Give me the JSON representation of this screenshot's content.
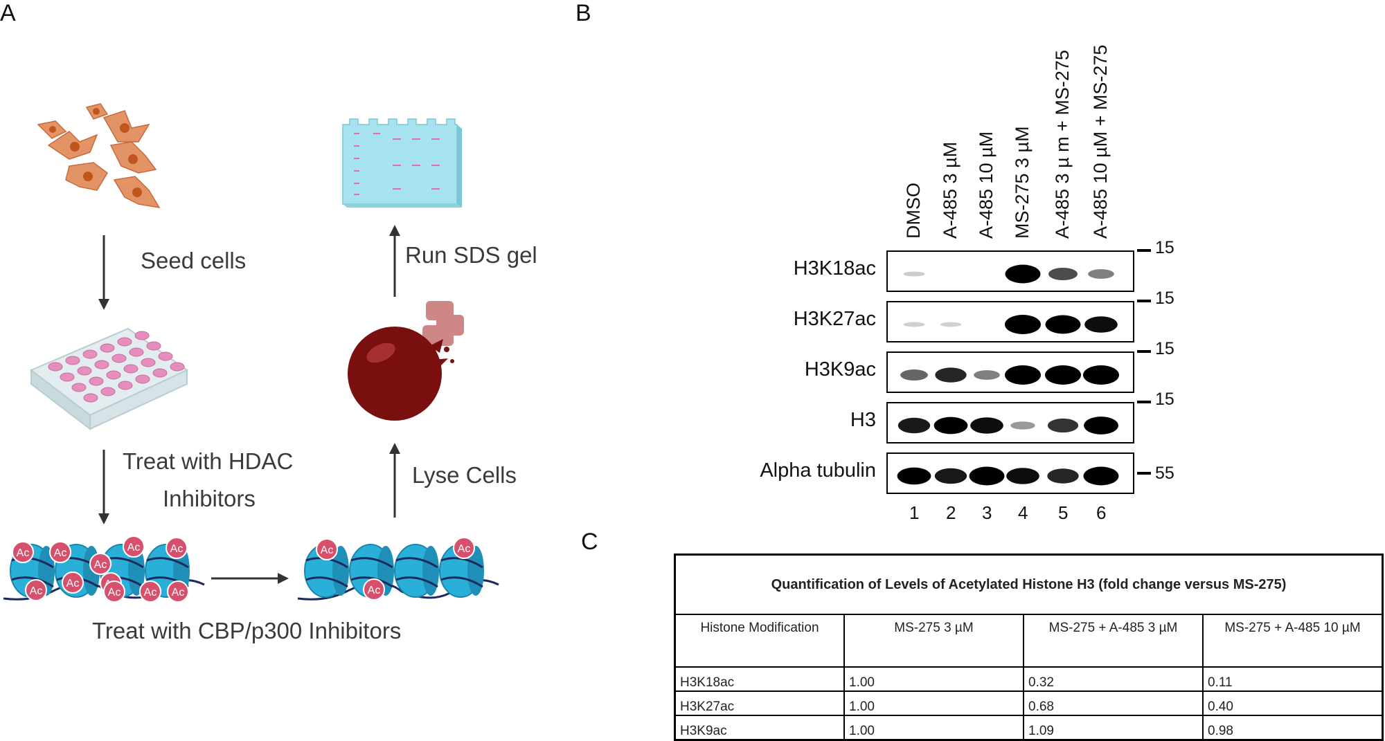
{
  "panel_a": {
    "letter": "A",
    "steps": {
      "seed": "Seed cells",
      "hdac_line1": "Treat with HDAC",
      "hdac_line2": "Inhibitors",
      "cbp": "Treat with CBP/p300 Inhibitors",
      "lyse": "Lyse Cells",
      "sds": "Run SDS gel"
    },
    "ac_label": "Ac",
    "colors": {
      "cell": "#e39466",
      "cell_nucleus": "#c2541e",
      "well": "#e58fbf",
      "gel": "#a7e3ee",
      "band": "#e86ab2",
      "nucleosome": "#2ab0d8",
      "ac_badge": "#d64f6d",
      "lysate": "#7a0f0f"
    }
  },
  "panel_b": {
    "letter": "B",
    "lanes": [
      "DMSO",
      "A-485 3 µM",
      "A-485 10 µM",
      "MS-275 3 µM",
      "A-485 3 µ m + MS-275",
      "A-485 10 µM + MS-275"
    ],
    "lane_numbers": [
      "1",
      "2",
      "3",
      "4",
      "5",
      "6"
    ],
    "rows": [
      {
        "label": "H3K18ac",
        "marker": "15",
        "intensity": [
          0.05,
          0,
          0,
          0.95,
          0.55,
          0.35
        ]
      },
      {
        "label": "H3K27ac",
        "marker": "15",
        "intensity": [
          0.04,
          0.03,
          0,
          1.0,
          0.95,
          0.8
        ]
      },
      {
        "label": "H3K9ac",
        "marker": "15",
        "intensity": [
          0.45,
          0.7,
          0.35,
          1.0,
          1.0,
          1.0
        ]
      },
      {
        "label": "H3",
        "marker": "15",
        "intensity": [
          0.75,
          0.85,
          0.8,
          0.25,
          0.65,
          0.9
        ]
      },
      {
        "label": "Alpha tubulin",
        "marker": "55",
        "intensity": [
          0.85,
          0.75,
          0.95,
          0.8,
          0.7,
          0.95
        ]
      }
    ]
  },
  "panel_c": {
    "letter": "C",
    "caption": "Quantification of Levels of Acetylated Histone H3 (fold change versus MS-275)",
    "headers": [
      "Histone Modification",
      "MS-275 3 µM",
      "MS-275 + A-485 3 µM",
      "MS-275 + A-485 10 µM"
    ],
    "rows": [
      [
        "H3K18ac",
        "1.00",
        "0.32",
        "0.11"
      ],
      [
        "H3K27ac",
        "1.00",
        "0.68",
        "0.40"
      ],
      [
        "H3K9ac",
        "1.00",
        "1.09",
        "0.98"
      ]
    ]
  }
}
